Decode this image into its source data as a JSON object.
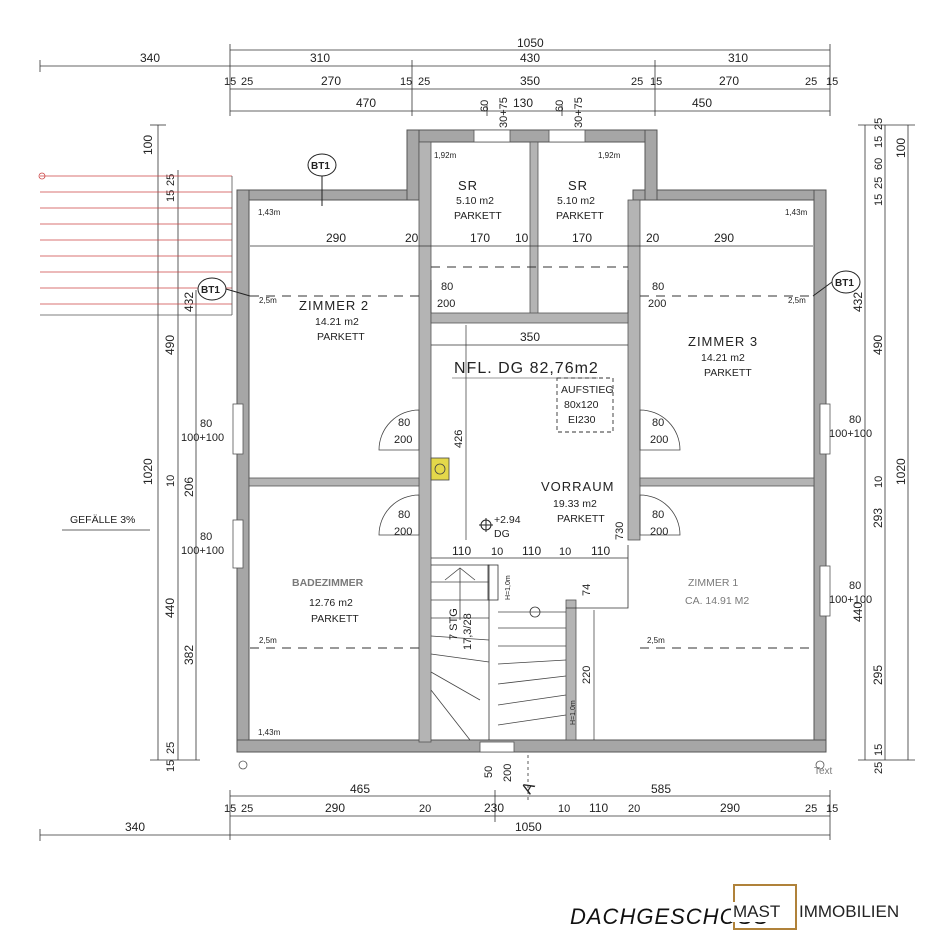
{
  "plan": {
    "total_area_label": "NFL. DG 82,76m2",
    "rooms": [
      {
        "name": "SR",
        "area": "5.10  m2",
        "floor": "PARKETT"
      },
      {
        "name": "SR",
        "area": "5.10  m2",
        "floor": "PARKETT"
      },
      {
        "name": "ZIMMER  2",
        "area": "14.21  m2",
        "floor": "PARKETT"
      },
      {
        "name": "ZIMMER  3",
        "area": "14.21  m2",
        "floor": "PARKETT"
      },
      {
        "name": "VORRAUM",
        "area": "19.33  m2",
        "floor": "PARKETT"
      },
      {
        "name": "BADEZIMMER",
        "area": "12.76  m2",
        "floor": "PARKETT"
      },
      {
        "name": "ZIMMER  1",
        "area": "CA.  14.91  M2",
        "floor": ""
      }
    ],
    "hatch_label": [
      "AUFSTIEG",
      "80x120",
      "EI230"
    ],
    "level_marker": "+2.94",
    "level_sub": "DG",
    "slope_label": "GEFÄLLE 3%",
    "stair_label": "7 STG",
    "stair_sub": "17,3/28",
    "bt_labels": [
      "BT1",
      "BT1",
      "BT1"
    ],
    "section_marker": "A",
    "corner_text": "Text",
    "dims_top": {
      "row1": [
        "340",
        "1050"
      ],
      "row2": [
        "310",
        "430",
        "310"
      ],
      "row3": [
        "15",
        "25",
        "270",
        "15",
        "25",
        "350",
        "25",
        "15",
        "270",
        "25",
        "15"
      ],
      "row4": [
        "470",
        "130",
        "450"
      ]
    },
    "dims_bottom": {
      "row1": [
        "465",
        "585"
      ],
      "row2": [
        "15",
        "25",
        "290",
        "20",
        "230",
        "10",
        "110",
        "20",
        "290",
        "25",
        "15"
      ],
      "row3": [
        "340",
        "1050"
      ]
    },
    "dims_left": [
      "100",
      "25",
      "15",
      "432",
      "490",
      "1020",
      "10",
      "206",
      "440",
      "382",
      "15",
      "25"
    ],
    "dims_right": [
      "25",
      "15",
      "60",
      "25",
      "15",
      "100",
      "432",
      "490",
      "1020",
      "10",
      "293",
      "440",
      "295",
      "15",
      "25"
    ],
    "dims_interior": {
      "upper": [
        "290",
        "20",
        "170",
        "10",
        "170",
        "20",
        "290"
      ],
      "hall_width": "350",
      "lower": [
        "110",
        "10",
        "110",
        "10",
        "110"
      ],
      "vertical": [
        "426",
        "730",
        "74",
        "220"
      ],
      "windows_top": [
        "60",
        "30+75",
        "60",
        "30+75"
      ],
      "window_bottom": [
        "50",
        "200"
      ],
      "doors": [
        "80",
        "200"
      ],
      "windows_side": [
        "80",
        "100+100"
      ],
      "heights": [
        "1,92m",
        "1,92m",
        "1,43m",
        "1,43m",
        "2,5m",
        "2,5m",
        "2,5m",
        "2,5m",
        "1,43m",
        "H=1,0m",
        "H=1,0m"
      ]
    }
  },
  "footer": {
    "title": "DACHGESCHOSS",
    "logo_mast": "MAST",
    "logo_rest": "IMMOBILIEN"
  }
}
